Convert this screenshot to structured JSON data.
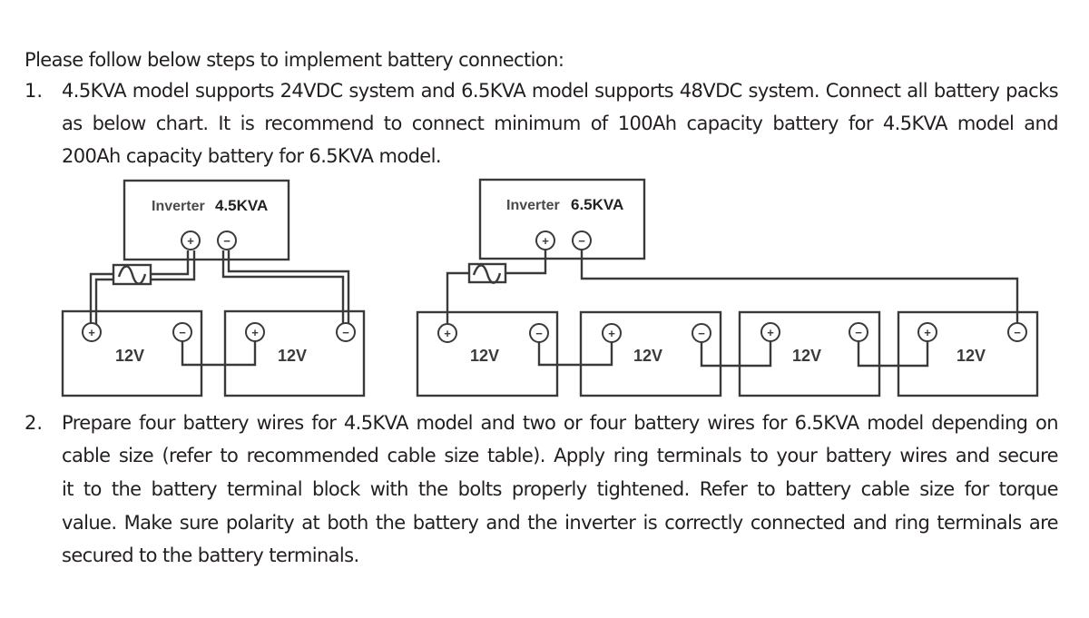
{
  "intro": "Please follow below steps to implement battery connection:",
  "step1": {
    "number": "1.",
    "lines": [
      "4.5KVA model supports 24VDC system and 6.5KVA model supports 48VDC system. Connect all battery packs",
      "as below chart.   It is recommend to connect minimum of 100Ah capacity battery for 4.5KVA  model and",
      "200Ah capacity battery for 6.5KVA model."
    ]
  },
  "diagram_45": {
    "inverter_label": "Inverter",
    "inverter_model": "4.5KVA",
    "plus": "+",
    "minus": "−",
    "batteries": [
      {
        "voltage": "12V"
      },
      {
        "voltage": "12V"
      }
    ]
  },
  "diagram_65": {
    "inverter_label": "Inverter",
    "inverter_model": "6.5KVA",
    "plus": "+",
    "minus": "−",
    "batteries": [
      {
        "voltage": "12V"
      },
      {
        "voltage": "12V"
      },
      {
        "voltage": "12V"
      },
      {
        "voltage": "12V"
      }
    ]
  },
  "step2": {
    "number": "2.",
    "lines": [
      "Prepare four battery wires for 4.5KVA  model and two or four battery wires for 6.5KVA  model depending on",
      "cable size (refer to recommended cable size table). Apply ring terminals to your battery wires and secure",
      "it to the battery terminal block with the bolts properly tightened.   Refer to battery cable size for torque",
      "value. Make sure polarity at both the battery and the inverter is correctly connected and ring terminals are",
      "secured to the battery terminals."
    ]
  }
}
